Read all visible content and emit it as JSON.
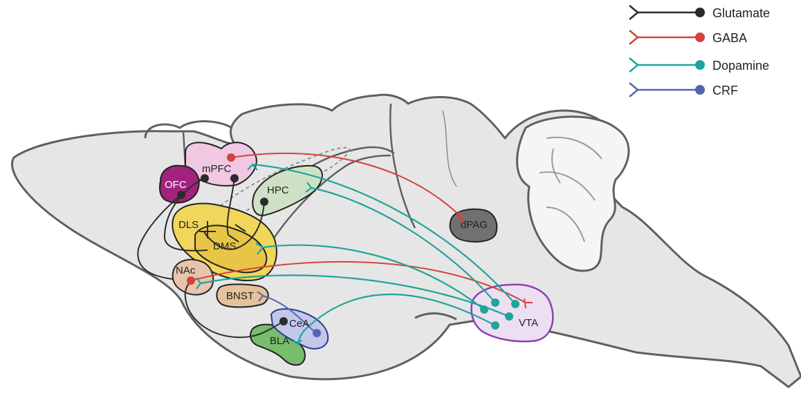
{
  "legend": [
    {
      "id": "glutamate",
      "label": "Glutamate",
      "color": "#2b2b2b"
    },
    {
      "id": "gaba",
      "label": "GABA",
      "color": "#d2433c"
    },
    {
      "id": "dopamine",
      "label": "Dopamine",
      "color": "#1fa49a"
    },
    {
      "id": "crf",
      "label": "CRF",
      "color": "#5166ad"
    }
  ],
  "regions": {
    "mpfc": "mPFC",
    "ofc": "OFC",
    "hpc": "HPC",
    "dls": "DLS",
    "dms": "DMS",
    "nac": "NAc",
    "bnst": "BNST",
    "cea": "CeA",
    "bla": "BLA",
    "vta": "VTA",
    "dpag": "dPAG"
  },
  "colors": {
    "mpfc": "#f0c8e2",
    "ofc": "#a0237e",
    "hpc": "#cfe1c4",
    "striatum": "#f0d65a",
    "nac": "#e8c4ad",
    "bnst": "#e4c29b",
    "cea": "#c3c8eb",
    "bla": "#77bd6c",
    "vta": "#ecdff1",
    "dpag": "#707272",
    "brain": "#e6e6e6",
    "cerebellum": "#f5f5f5"
  }
}
